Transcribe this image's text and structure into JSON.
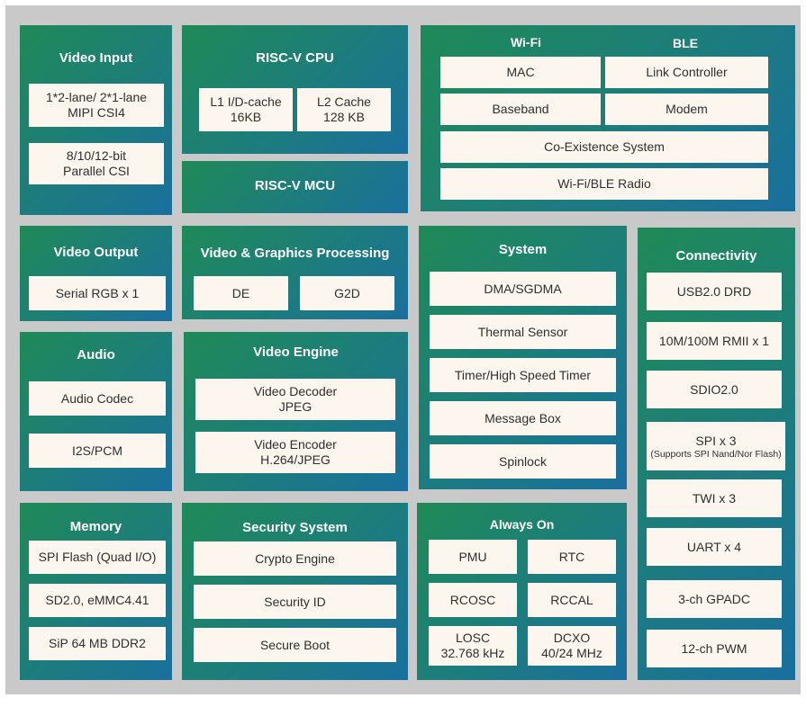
{
  "video_input": {
    "title": "Video Input",
    "items": [
      {
        "line1": "1*2-lane/ 2*1-lane",
        "line2": "MIPI CSI4"
      },
      {
        "line1": "8/10/12-bit",
        "line2": "Parallel CSI"
      }
    ]
  },
  "risc_v_cpu": {
    "title": "RISC-V CPU",
    "items": [
      {
        "line1": "L1 I/D-cache",
        "line2": "16KB"
      },
      {
        "line1": "L2 Cache",
        "line2": "128 KB"
      }
    ]
  },
  "risc_v_mcu": {
    "title": "RISC-V MCU"
  },
  "wifi": {
    "title_wifi": "Wi-Fi",
    "title_ble": "BLE",
    "items": [
      "MAC",
      "Link Controller",
      "Baseband",
      "Modem",
      "Co-Existence System",
      "Wi-Fi/BLE Radio"
    ]
  },
  "video_output": {
    "title": "Video Output",
    "items": [
      "Serial RGB x 1"
    ]
  },
  "video_graphics": {
    "title": "Video & Graphics Processing",
    "items": [
      "DE",
      "G2D"
    ]
  },
  "system": {
    "title": "System",
    "items": [
      "DMA/SGDMA",
      "Thermal Sensor",
      "Timer/High Speed Timer",
      "Message Box",
      "Spinlock"
    ]
  },
  "connectivity": {
    "title": "Connectivity",
    "items": [
      "USB2.0 DRD",
      "10M/100M RMII x 1",
      "SDIO2.0",
      "SPI x 3",
      "TWI x 3",
      "UART x 4",
      "3-ch GPADC",
      "12-ch PWM"
    ],
    "spi_note": "(Supports SPI Nand/Nor Flash)"
  },
  "audio": {
    "title": "Audio",
    "items": [
      "Audio Codec",
      "I2S/PCM"
    ]
  },
  "video_engine": {
    "title": "Video Engine",
    "items": [
      {
        "line1": "Video Decoder",
        "line2": "JPEG"
      },
      {
        "line1": "Video Encoder",
        "line2": "H.264/JPEG"
      }
    ]
  },
  "memory": {
    "title": "Memory",
    "items": [
      "SPI Flash (Quad I/O)",
      "SD2.0, eMMC4.41",
      "SiP 64 MB DDR2"
    ]
  },
  "security": {
    "title": "Security System",
    "items": [
      "Crypto Engine",
      "Security ID",
      "Secure Boot"
    ]
  },
  "always_on": {
    "title": "Always On",
    "items": [
      {
        "line1": "PMU"
      },
      {
        "line1": "RTC"
      },
      {
        "line1": "RCOSC"
      },
      {
        "line1": "RCCAL"
      },
      {
        "line1": "LOSC",
        "line2": "32.768 kHz"
      },
      {
        "line1": "DCXO",
        "line2": "40/24 MHz"
      }
    ]
  }
}
